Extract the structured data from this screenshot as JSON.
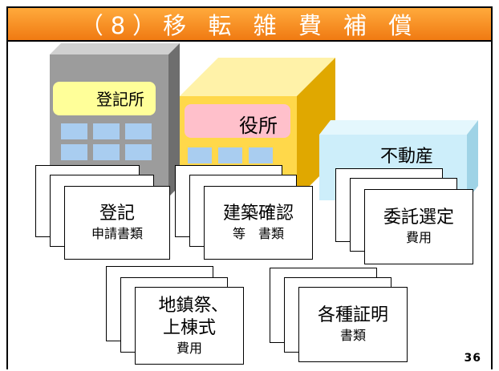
{
  "slide": {
    "title": "（8）移 転 雑 費 補 償",
    "page_number": "36"
  },
  "buildings": {
    "registry_label": "登記所",
    "office_label": "役所",
    "realestate_label": "不動産"
  },
  "documents": {
    "registration": {
      "line1": "登記",
      "line2": "申請書類"
    },
    "building_confirm": {
      "line1": "建築確認",
      "line2": "等　書類"
    },
    "commission": {
      "line1": "委託選定",
      "line2": "費用"
    },
    "ceremony": {
      "line1": "地鎮祭､",
      "line2": "上棟式",
      "line3": "費用"
    },
    "certificates": {
      "line1": "各種証明",
      "line2": "書類"
    }
  },
  "colors": {
    "title_bg": "#f07a12",
    "registry_building": "#9c9c9c",
    "office_building": "#ffd84a",
    "realestate_building": "#cdeefa",
    "registry_sign": "#ffff99",
    "office_sign": "#ffc0cb",
    "window": "#a9cdf0"
  }
}
